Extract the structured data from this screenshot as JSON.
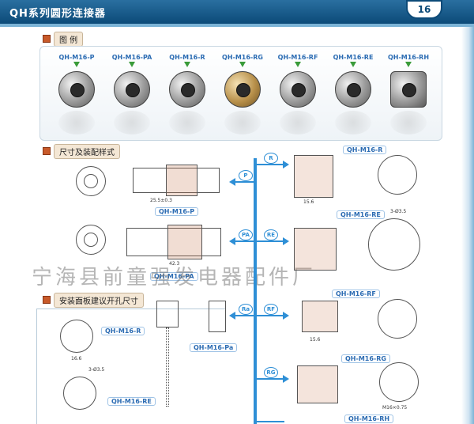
{
  "header": {
    "title": "QH系列圆形连接器",
    "page_number": "16"
  },
  "sections": {
    "legend": "图  例",
    "dimensions": "尺寸及装配样式",
    "panel_holes": "安装面板建议开孔尺寸"
  },
  "connectors": [
    {
      "label": "QH-M16-P"
    },
    {
      "label": "QH-M16-PA"
    },
    {
      "label": "QH-M16-R"
    },
    {
      "label": "QH-M16-RG"
    },
    {
      "label": "QH-M16-RF"
    },
    {
      "label": "QH-M16-RE"
    },
    {
      "label": "QH-M16-RH"
    }
  ],
  "drawing_labels": {
    "p": "QH-M16-P",
    "pa": "QH-M16-PA",
    "pa_chain": "QH-M16-Pa",
    "r_right": "QH-M16-R",
    "re_right": "QH-M16-RE",
    "rf_right": "QH-M16-RF",
    "rg_right": "QH-M16-RG",
    "rh_right": "QH-M16-RH",
    "r_hole": "QH-M16-R",
    "re_hole": "QH-M16-RE"
  },
  "bubbles": {
    "p": "P",
    "r": "R",
    "pa": "PA",
    "re": "RE",
    "ra": "Ra",
    "rf": "RF",
    "rg": "RG"
  },
  "dims": {
    "p_len": "25.5±0.3",
    "pa_len": "42.3",
    "r_w": "15.6",
    "re_w": "3-Ø3.5",
    "rf_w": "15.6",
    "rh_w": "M16×0.75",
    "hole_r": "16.6",
    "hole_re": "3-Ø3.5"
  },
  "watermark": "宁海县前童强发电器配件厂",
  "colors": {
    "header_blue": "#0c4a78",
    "accent_blue": "#2e8fd6",
    "label_blue": "#2c6cb3",
    "arrow_green": "#3a9b3a"
  }
}
